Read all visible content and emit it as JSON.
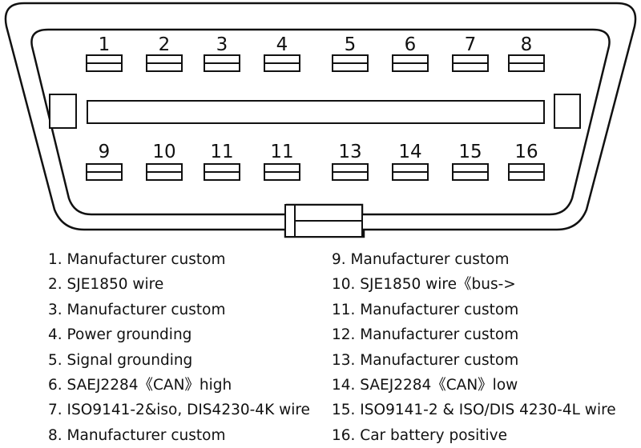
{
  "pin_numbers_top": [
    "1",
    "2",
    "3",
    "4",
    "5",
    "6",
    "7",
    "8"
  ],
  "pin_numbers_bottom": [
    "9",
    "10",
    "11",
    "11",
    "13",
    "14",
    "15",
    "16"
  ],
  "legend_left": [
    "1. Manufacturer custom",
    "2. SJE1850 wire",
    "3. Manufacturer custom",
    "4. Power grounding",
    "5. Signal grounding",
    "6. SAEJ2284《CAN》high",
    "7. ISO9141-2&iso, DIS4230-4K wire",
    "8. Manufacturer custom"
  ],
  "legend_right": [
    "9. Manufacturer custom",
    "10. SJE1850 wire《bus->",
    "11. Manufacturer custom",
    "12. Manufacturer custom",
    "13. Manufacturer custom",
    "14. SAEJ2284《CAN》low",
    "15. ISO9141-2 & ISO/DIS 4230-4L wire",
    "16. Car battery positive"
  ],
  "colors": {
    "stroke": "#111111",
    "background": "#ffffff"
  }
}
